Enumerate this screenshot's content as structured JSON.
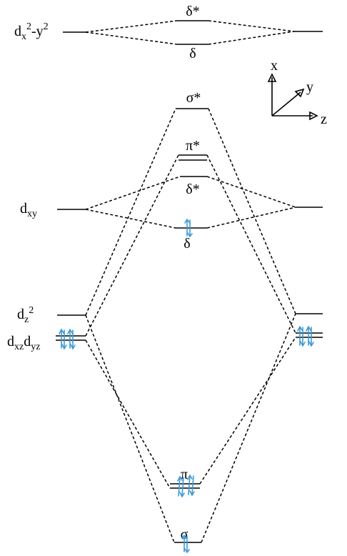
{
  "left_labels": {
    "dx2y2": {
      "base": "d",
      "sub": "x",
      "sup1": "2",
      "mid": "-y",
      "sup2": "2"
    },
    "dxy": {
      "base": "d",
      "sub": "xy"
    },
    "dz2": {
      "base": "d",
      "sub": "z",
      "sup": "2"
    },
    "dxzdyz": {
      "base1": "d",
      "sub1": "xz",
      "base2": "d",
      "sub2": "yz"
    }
  },
  "mo_labels": {
    "delta_star_top": "δ*",
    "delta_top": "δ",
    "sigma_star": "σ*",
    "pi_star": "π*",
    "delta_star_mid": "δ*",
    "delta_mid": "δ",
    "pi": "π",
    "sigma": "σ"
  },
  "axes": {
    "x": "x",
    "y": "y",
    "z": "z"
  },
  "colors": {
    "ink": "#000000",
    "annotation": "#3a9ad9"
  },
  "electron_annotations": [
    {
      "orbital": "delta",
      "count": 2,
      "icon": "spin-pair-icon"
    },
    {
      "orbital": "dxz-dyz-left",
      "count": 4,
      "icon": "spin-pair-icon"
    },
    {
      "orbital": "dxz-dyz-right",
      "count": 4,
      "icon": "spin-pair-icon"
    },
    {
      "orbital": "pi",
      "count": 4,
      "icon": "spin-pair-icon"
    },
    {
      "orbital": "sigma",
      "count": 2,
      "icon": "spin-pair-icon"
    }
  ]
}
